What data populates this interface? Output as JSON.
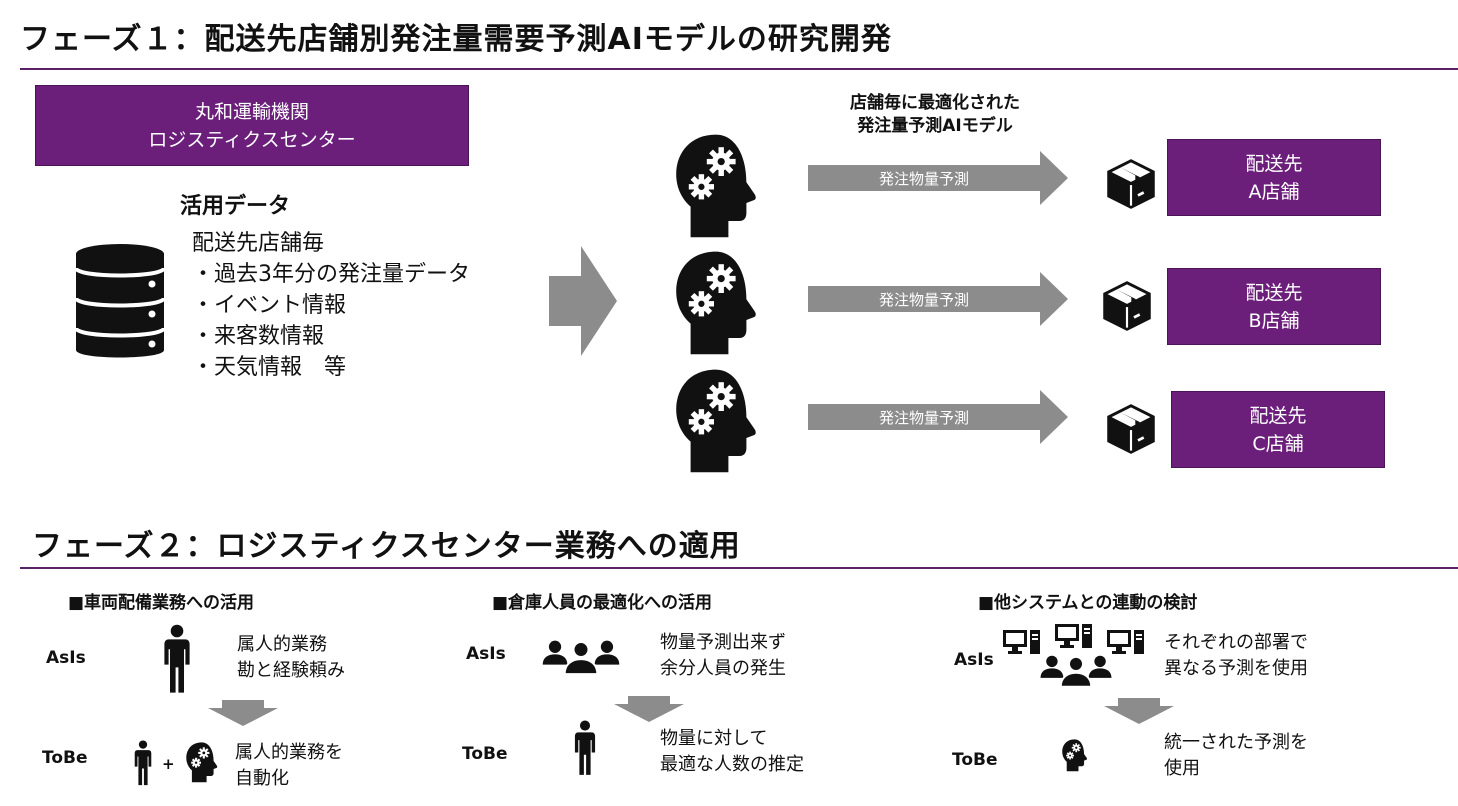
{
  "phase1": {
    "title": "フェーズ１：配送先店舗別発注量需要予測AIモデルの研究開発",
    "center_box": [
      "丸和運輸機関",
      "ロジスティクスセンター"
    ],
    "data_heading": "活用データ",
    "data_items": [
      "配送先店舗毎",
      "・過去3年分の発注量データ",
      "・イベント情報",
      "・来客数情報",
      "・天気情報　等"
    ],
    "model_label": [
      "店舗毎に最適化された",
      "発注量予測AIモデル"
    ],
    "arrow_label": "発注物量予測",
    "stores": [
      {
        "line1": "配送先",
        "line2": "A店舗"
      },
      {
        "line1": "配送先",
        "line2": "B店舗"
      },
      {
        "line1": "配送先",
        "line2": "C店舗"
      }
    ]
  },
  "phase2": {
    "title": "フェーズ２：ロジスティクスセンター業務への適用",
    "sections": [
      {
        "title": "■車両配備業務への活用",
        "asis_label": "AsIs",
        "asis_text": [
          "属人的業務",
          "勘と経験頼み"
        ],
        "tobe_label": "ToBe",
        "tobe_plus": "+",
        "tobe_text": [
          "属人的業務を",
          "自動化"
        ]
      },
      {
        "title": "■倉庫人員の最適化への活用",
        "asis_label": "AsIs",
        "asis_text": [
          "物量予測出来ず",
          "余分人員の発生"
        ],
        "tobe_label": "ToBe",
        "tobe_text": [
          "物量に対して",
          "最適な人数の推定"
        ]
      },
      {
        "title": "■他システムとの連動の検討",
        "asis_label": "AsIs",
        "asis_text": [
          "それぞれの部署で",
          "異なる予測を使用"
        ],
        "tobe_label": "ToBe",
        "tobe_text": [
          "統一された予測を",
          "使用"
        ]
      }
    ]
  },
  "colors": {
    "purple": "#6b1f7b",
    "arrow_gray": "#8c8c8c",
    "rule": "#5a2166"
  },
  "icons": [
    "database-icon",
    "ai-head-gears-icon",
    "package-box-icon",
    "person-icon",
    "group-people-icon",
    "computer-icon"
  ]
}
